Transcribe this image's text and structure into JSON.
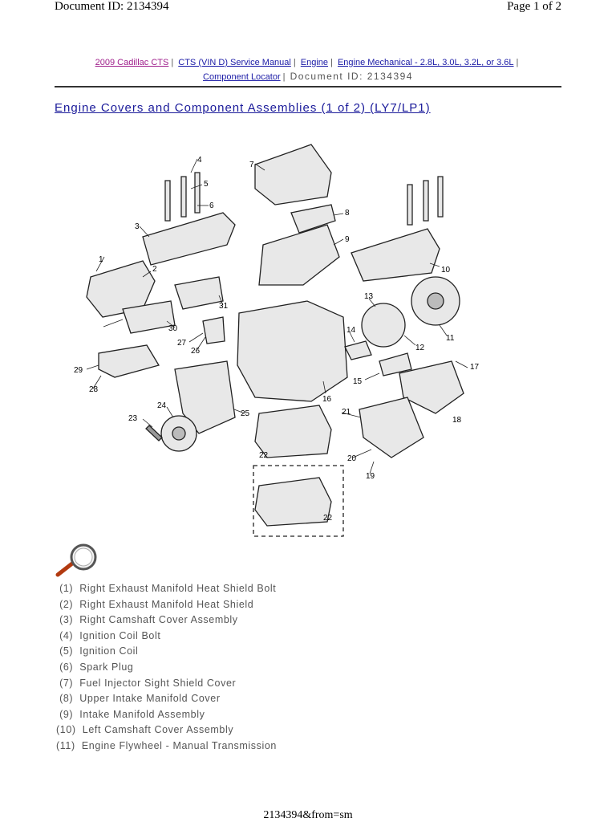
{
  "header": {
    "doc_id": "Document ID: 2134394",
    "page": "Page 1 of 2"
  },
  "breadcrumb": {
    "items": [
      "2009 Cadillac CTS",
      "CTS (VIN D) Service Manual",
      "Engine",
      "Engine Mechanical - 2.8L, 3.0L, 3.2L, or 3.6L",
      "Component Locator"
    ],
    "doc_id": "Document ID: 2134394"
  },
  "title": "Engine Covers and Component Assemblies (1 of 2) (LY7/LP1)",
  "figure": {
    "callouts": [
      "1",
      "2",
      "3",
      "4",
      "5",
      "6",
      "7",
      "8",
      "9",
      "10",
      "11",
      "12",
      "13",
      "14",
      "15",
      "16",
      "17",
      "18",
      "19",
      "20",
      "21",
      "22",
      "23",
      "24",
      "25",
      "26",
      "27",
      "28",
      "29",
      "30",
      "31"
    ]
  },
  "legend": [
    " (1)  Right Exhaust Manifold Heat Shield Bolt",
    " (2)  Right Exhaust Manifold Heat Shield",
    " (3)  Right Camshaft Cover Assembly",
    " (4)  Ignition Coil Bolt",
    " (5)  Ignition Coil",
    " (6)  Spark Plug",
    " (7)  Fuel Injector Sight Shield Cover",
    " (8)  Upper Intake Manifold Cover",
    " (9)  Intake Manifold Assembly",
    "(10)  Left Camshaft Cover Assembly",
    "(11)  Engine Flywheel - Manual Transmission"
  ],
  "footer": "2134394&from=sm",
  "colors": {
    "link": "#1a1aa6",
    "visited_link": "#a0208c",
    "title": "#1a1a9a",
    "text": "#555555"
  }
}
